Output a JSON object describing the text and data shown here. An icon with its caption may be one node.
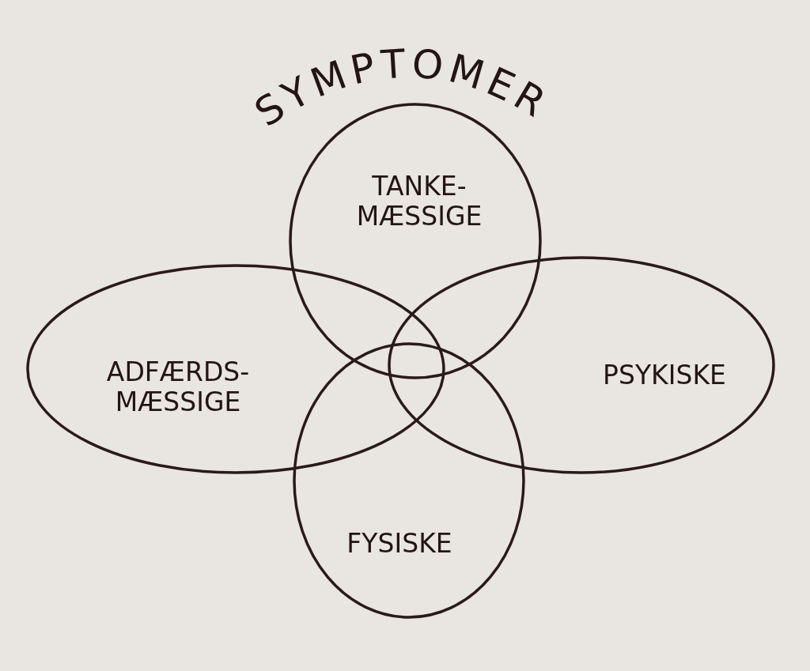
{
  "diagram": {
    "title": "SYMPTOMER",
    "nodes": [
      {
        "text": [
          "TANKE- MÆSSIGE"
        ]
      },
      {
        "text": [
          "ADFÆRDS- MÆSSIGE"
        ]
      },
      {
        "text": [
          "PSYKISKE"
        ]
      },
      {
        "text": [
          "FYSISKE"
        ]
      }
    ]
  }
}
